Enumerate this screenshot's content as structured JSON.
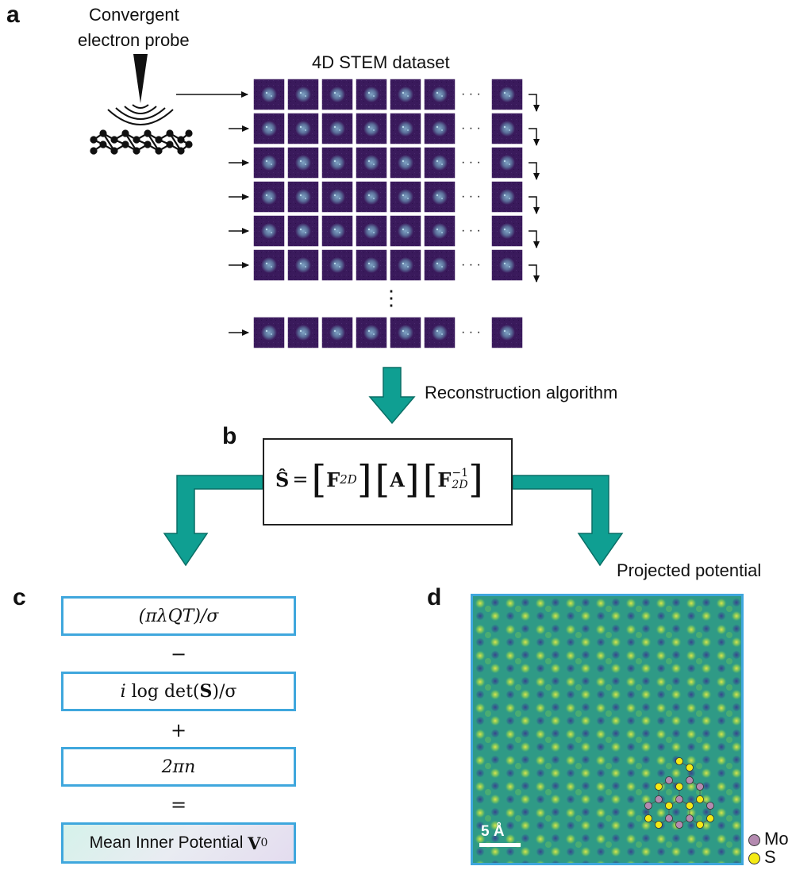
{
  "panels": {
    "a": "a",
    "b": "b",
    "c": "c",
    "d": "d"
  },
  "probe": {
    "line1": "Convergent",
    "line2": "electron probe"
  },
  "dataset": {
    "title": "4D STEM dataset",
    "ellipsis": "· · ·",
    "vertical_ellipsis": "⋮"
  },
  "reconstruction_label": "Reconstruction algorithm",
  "equation": {
    "lhs": "Ŝ",
    "equals": "=",
    "f": "F",
    "sub2d": "2D",
    "a": "A",
    "sup_inv": "−1"
  },
  "projected_potential_label": "Projected potential",
  "mip_chain": {
    "term1": "(πλQT)/σ",
    "op1": "−",
    "term2_i": "i",
    "term2_rest": " log det(",
    "term2_s": "S",
    "term2_end": ")/σ",
    "op2": "+",
    "term3": "2πn",
    "op3": "=",
    "result_text": "Mean Inner Potential ",
    "result_v": "V",
    "result_sub": "0"
  },
  "image_d": {
    "scale_bar": "5 Å"
  },
  "legend": [
    {
      "label": "Mo",
      "color": "#b48ab0"
    },
    {
      "label": "S",
      "color": "#f5ea14"
    }
  ],
  "colors": {
    "teal_arrow": "#0f9f92",
    "box_border_blue": "#3fa7dd",
    "tile_bg": "#3a1a5c"
  }
}
